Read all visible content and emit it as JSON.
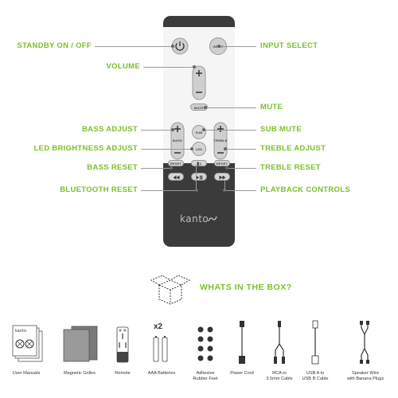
{
  "callouts": {
    "standby": "STANDBY ON / OFF",
    "input_select": "INPUT SELECT",
    "volume": "VOLUME",
    "mute": "MUTE",
    "bass_adjust": "BASS ADJUST",
    "sub_mute": "SUB MUTE",
    "led_brightness": "LED BRIGHTNESS ADJUST",
    "treble_adjust": "TREBLE ADJUST",
    "bass_reset": "BASS RESET",
    "treble_reset": "TREBLE RESET",
    "bluetooth_reset": "BLUETOOTH RESET",
    "playback": "PLAYBACK CONTROLS"
  },
  "remote": {
    "input": "INPUT",
    "mute": "MUTE",
    "sub": "SUB",
    "led": "LED",
    "bass": "BASS",
    "treble": "TREBLE",
    "reset": "RESET",
    "brand": "kanto"
  },
  "box": {
    "title": "WHATS IN THE BOX?",
    "items": [
      {
        "label": "User Manuals",
        "icon": "manuals-icon"
      },
      {
        "label": "Magnetic Grilles",
        "icon": "grilles-icon"
      },
      {
        "label": "Remote",
        "icon": "remote-icon"
      },
      {
        "label": "AAA Batteries",
        "icon": "batteries-icon",
        "count": "x2"
      },
      {
        "label": "Adhesive Rubber Feet",
        "line1": "Adhesive",
        "line2": "Rubber Feet",
        "icon": "rubber-feet-icon"
      },
      {
        "label": "Power Cord",
        "icon": "power-cord-icon"
      },
      {
        "label": "RCA to 3.5mm Cable",
        "line1": "RCA to",
        "line2": "3.5mm Cable",
        "icon": "rca-cable-icon"
      },
      {
        "label": "USB A to USB B Cable",
        "line1": "USB A to",
        "line2": "USB B Cable",
        "icon": "usb-cable-icon"
      },
      {
        "label": "Speaker Wire with Banana Plugs",
        "line1": "Speaker Wire",
        "line2": "with Banana Plugs",
        "icon": "speaker-wire-icon"
      }
    ]
  },
  "colors": {
    "accent": "#7cbf2a",
    "remote_dark": "#3a3a3a",
    "remote_light": "#f4f4f4"
  }
}
